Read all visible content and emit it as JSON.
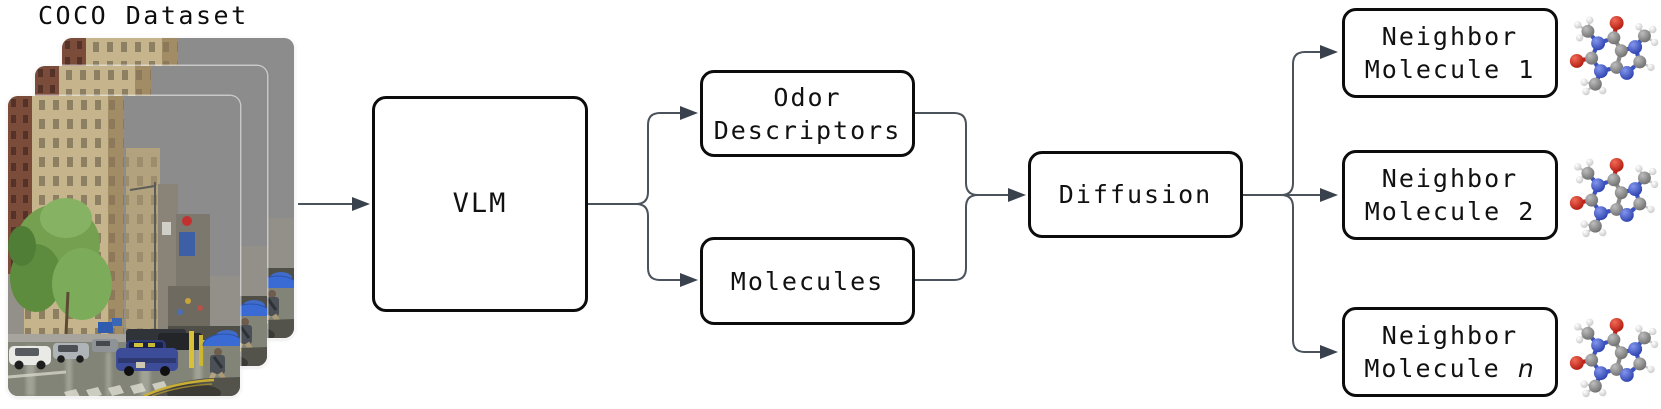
{
  "title": "COCO Dataset",
  "diagram": {
    "vlm_label": "VLM",
    "odor_line1": "Odor",
    "odor_line2": "Descriptors",
    "molecules_label": "Molecules",
    "diffusion_label": "Diffusion",
    "neighbors": [
      {
        "line1": "Neighbor",
        "line2": "Molecule",
        "suffix": "1"
      },
      {
        "line1": "Neighbor",
        "line2": "Molecule",
        "suffix": "2"
      },
      {
        "line1": "Neighbor",
        "line2": "Molecule",
        "suffix": "n"
      }
    ]
  },
  "icons": {
    "photo": "coco-street-scene-photo",
    "molecule": "molecule-ball-and-stick-icon"
  },
  "colors": {
    "connector": "#4a525b",
    "arrowhead": "#39424c",
    "box_border": "#0c0c0c",
    "background": "#ffffff",
    "text": "#111111",
    "atom_carbon": "#808080",
    "atom_nitrogen": "#3a52c4",
    "atom_oxygen": "#d22418",
    "atom_hydrogen": "#f0f0f0"
  }
}
